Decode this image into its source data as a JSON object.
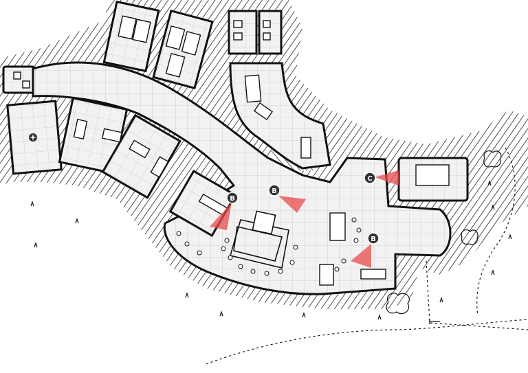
{
  "map": {
    "style": "black-and-white hand-drawn dungeon map",
    "floor_color": "#f2f2f2",
    "grid_color": "#c8c8c8",
    "wall_color": "#111111",
    "hatch_color": "#222222",
    "marker_fill": "#333333",
    "cone_color": "#e84a4a",
    "markers": [
      {
        "letter": "B",
        "name": "marker-b-west"
      },
      {
        "letter": "B",
        "name": "marker-b-center"
      },
      {
        "letter": "C",
        "name": "marker-c-east"
      },
      {
        "letter": "B",
        "name": "marker-b-south"
      }
    ]
  }
}
